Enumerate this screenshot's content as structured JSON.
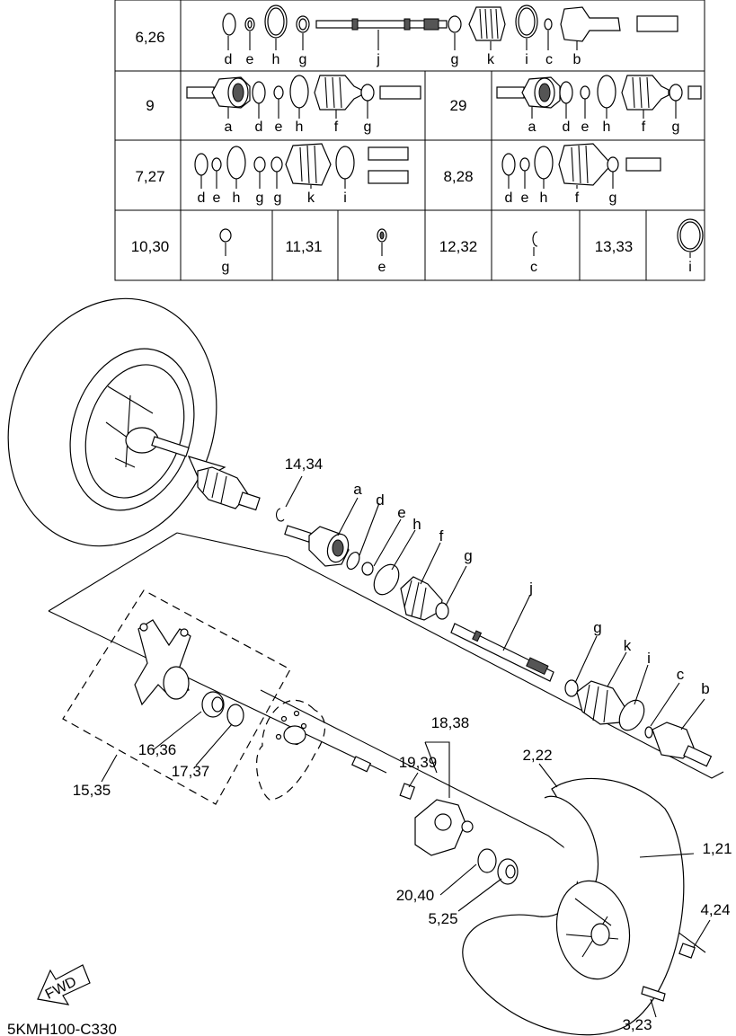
{
  "table": {
    "rows": [
      {
        "ref": "6,26",
        "letters": [
          "d",
          "e",
          "h",
          "g",
          "j",
          "g",
          "k",
          "i",
          "c",
          "b"
        ]
      },
      {
        "ref": "9",
        "letters": [
          "a",
          "d",
          "e",
          "h",
          "f",
          "g"
        ]
      },
      {
        "ref": "29",
        "letters": [
          "a",
          "d",
          "e",
          "h",
          "f",
          "g"
        ]
      },
      {
        "ref": "7,27",
        "letters": [
          "d",
          "e",
          "h",
          "g",
          "g",
          "k",
          "i"
        ]
      },
      {
        "ref": "8,28",
        "letters": [
          "d",
          "e",
          "h",
          "f",
          "g"
        ]
      },
      {
        "ref": "10,30",
        "letters": [
          "g"
        ]
      },
      {
        "ref": "11,31",
        "letters": [
          "e"
        ]
      },
      {
        "ref": "12,32",
        "letters": [
          "c"
        ]
      },
      {
        "ref": "13,33",
        "letters": [
          "i"
        ]
      }
    ]
  },
  "callouts": {
    "c14_34": "14,34",
    "a": "a",
    "d": "d",
    "e": "e",
    "h": "h",
    "f": "f",
    "g1": "g",
    "j": "j",
    "g2": "g",
    "k": "k",
    "i": "i",
    "c": "c",
    "b": "b",
    "c16_36": "16,36",
    "c17_37": "17,37",
    "c15_35": "15,35",
    "c18_38": "18,38",
    "c19_39": "19,39",
    "c2_22": "2,22",
    "c1_21": "1,21",
    "c20_40": "20,40",
    "c5_25": "5,25",
    "c4_24": "4,24",
    "c3_23": "3,23"
  },
  "fwd_label": "FWD",
  "diagram_code": "5KMH100-C330"
}
